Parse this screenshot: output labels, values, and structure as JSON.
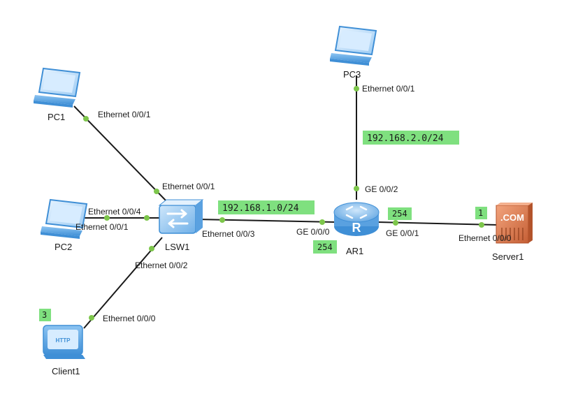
{
  "colors": {
    "link": "#1a1a1a",
    "port_dot": "#7dc64b",
    "label_bg": "#7fe07f",
    "device_blue": "#5aa7e6",
    "server_orange": "#d9774a"
  },
  "devices": {
    "pc1": {
      "name": "PC1",
      "icon": "pc-icon"
    },
    "pc2": {
      "name": "PC2",
      "icon": "pc-icon"
    },
    "pc3": {
      "name": "PC3",
      "icon": "pc-icon"
    },
    "lsw1": {
      "name": "LSW1",
      "icon": "switch-icon"
    },
    "ar1": {
      "name": "AR1",
      "icon": "router-icon"
    },
    "server1": {
      "name": "Server1",
      "icon": "server-icon",
      "badge": ".COM"
    },
    "client1": {
      "name": "Client1",
      "icon": "http-client-icon",
      "badge": "HTTP"
    }
  },
  "links": {
    "pc1_lsw1": {
      "a_port": "Ethernet 0/0/1",
      "b_port": "Ethernet 0/0/1"
    },
    "pc2_lsw1": {
      "a_port": "Ethernet 0/0/1",
      "b_port": "Ethernet 0/0/4"
    },
    "client1_lsw1": {
      "a_port": "Ethernet 0/0/0",
      "b_port": "Ethernet 0/0/2"
    },
    "lsw1_ar1": {
      "a_port": "Ethernet 0/0/3",
      "b_port": "GE 0/0/0",
      "network": "192.168.1.0/24",
      "router_addr": "254"
    },
    "pc3_ar1": {
      "a_port": "Ethernet 0/0/1",
      "b_port": "GE 0/0/2",
      "network": "192.168.2.0/24"
    },
    "ar1_server1": {
      "a_port": "GE 0/0/1",
      "b_port": "Ethernet 0/0/0",
      "router_addr": "254",
      "server_addr": "1"
    }
  },
  "host_tags": {
    "client1": "3"
  }
}
